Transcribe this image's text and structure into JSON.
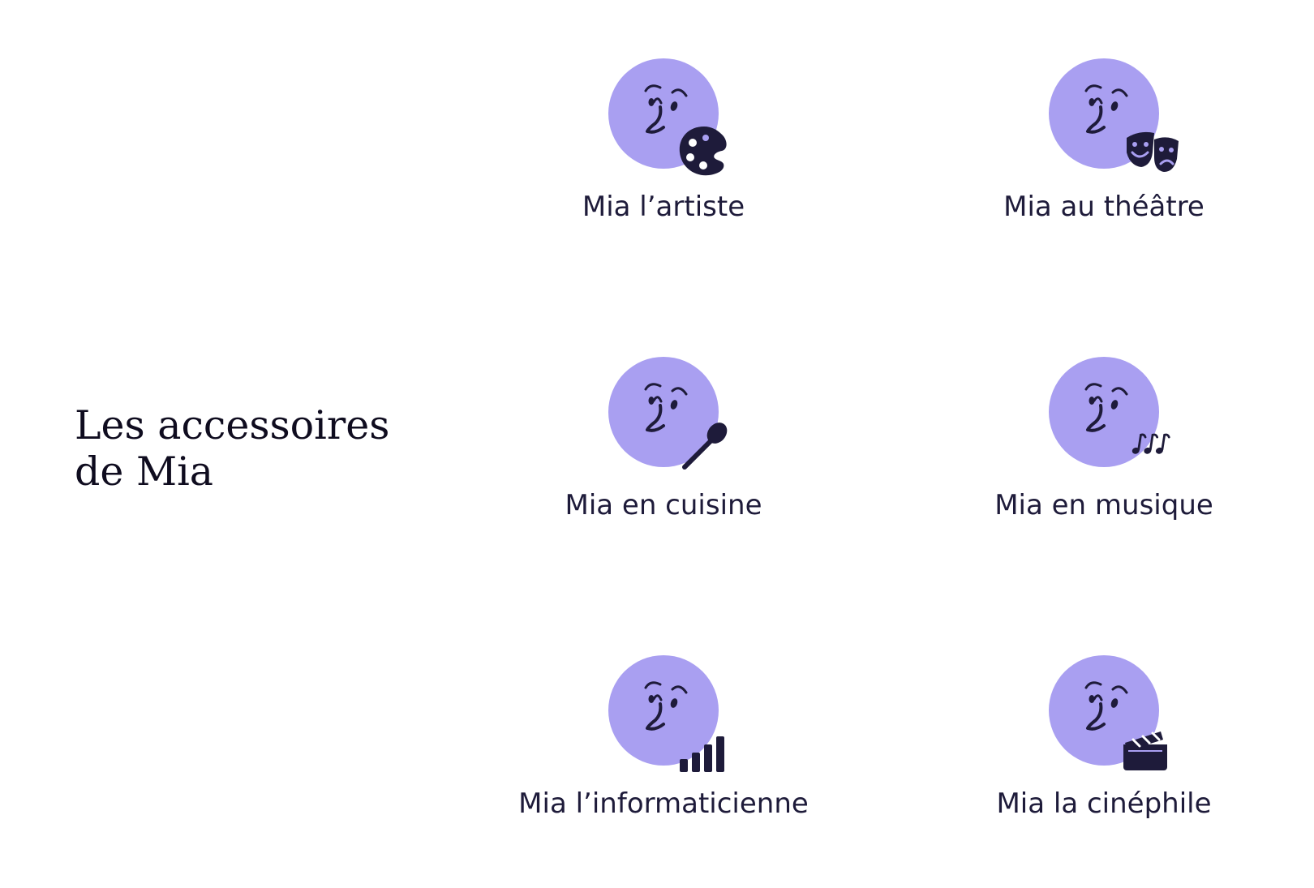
{
  "title": {
    "line1": "Les accessoires",
    "line2": "de Mia"
  },
  "colors": {
    "avatar": "#a99ff1",
    "ink": "#1e1b3a",
    "title": "#0f0c1f",
    "background": "#ffffff"
  },
  "cards": [
    {
      "label": "Mia l’artiste",
      "icon": "palette-icon"
    },
    {
      "label": "Mia au théâtre",
      "icon": "theater-masks-icon"
    },
    {
      "label": "Mia en cuisine",
      "icon": "spoon-icon"
    },
    {
      "label": "Mia en musique",
      "icon": "music-notes-icon"
    },
    {
      "label": "Mia l’informaticienne",
      "icon": "signal-bars-icon"
    },
    {
      "label": "Mia la cinéphile",
      "icon": "clapperboard-icon"
    }
  ]
}
